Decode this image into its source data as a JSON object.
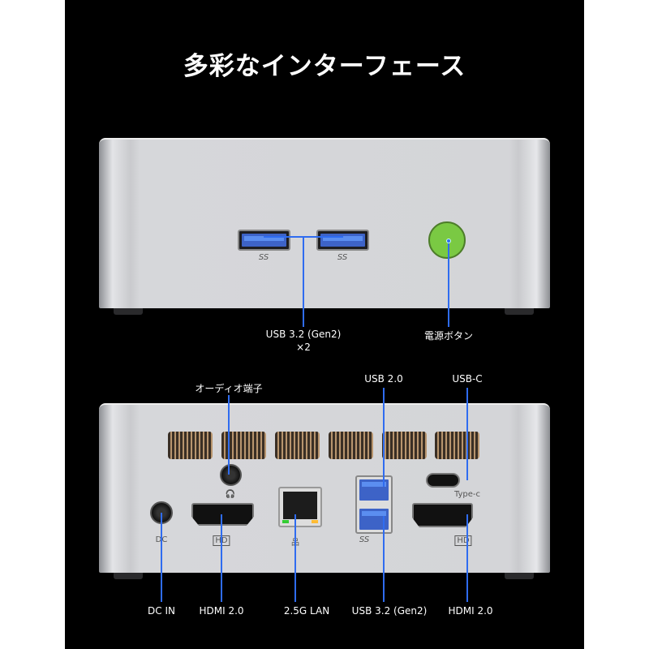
{
  "title": "多彩なインターフェース",
  "front": {
    "usb_label": "USB 3.2 (Gen2)",
    "usb_count": "×2",
    "usb_mark": "SS",
    "power_label": "電源ボタン",
    "power_color": "#7ac943"
  },
  "back": {
    "top_labels": {
      "audio": "オーディオ端子",
      "usb2": "USB 2.0",
      "usbc": "USB-C"
    },
    "port_marks": {
      "dc": "DC",
      "hd1": "HD",
      "ss": "SS",
      "hd2": "HD",
      "typec": "Type-c"
    },
    "bottom_labels": {
      "dc": "DC IN",
      "hdmi1": "HDMI 2.0",
      "lan": "2.5G LAN",
      "usb32": "USB 3.2 (Gen2)",
      "hdmi2": "HDMI 2.0"
    }
  },
  "colors": {
    "accent": "#2f6cf0",
    "usb_blue": "#3d63c7",
    "background": "#000000"
  }
}
